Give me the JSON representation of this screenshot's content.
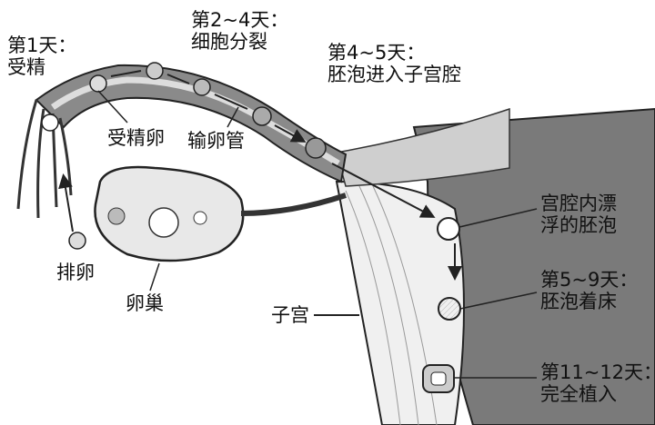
{
  "labels": {
    "day1": [
      "第1天：",
      "受精"
    ],
    "day2_4": [
      "第2~4天：",
      "细胞分裂"
    ],
    "day4_5": [
      "第4~5天：",
      "胚泡进入子宫腔"
    ],
    "fertilized_egg": "受精卵",
    "oviduct": "输卵管",
    "ovulation": "排卵",
    "ovary": "卵巢",
    "uterus": "子宫",
    "floating": [
      "宫腔内漂",
      "浮的胚泡"
    ],
    "day5_9": [
      "第5~9天：",
      "胚泡着床"
    ],
    "day11_12": [
      "第11~12天：",
      "完全植入"
    ]
  }
}
